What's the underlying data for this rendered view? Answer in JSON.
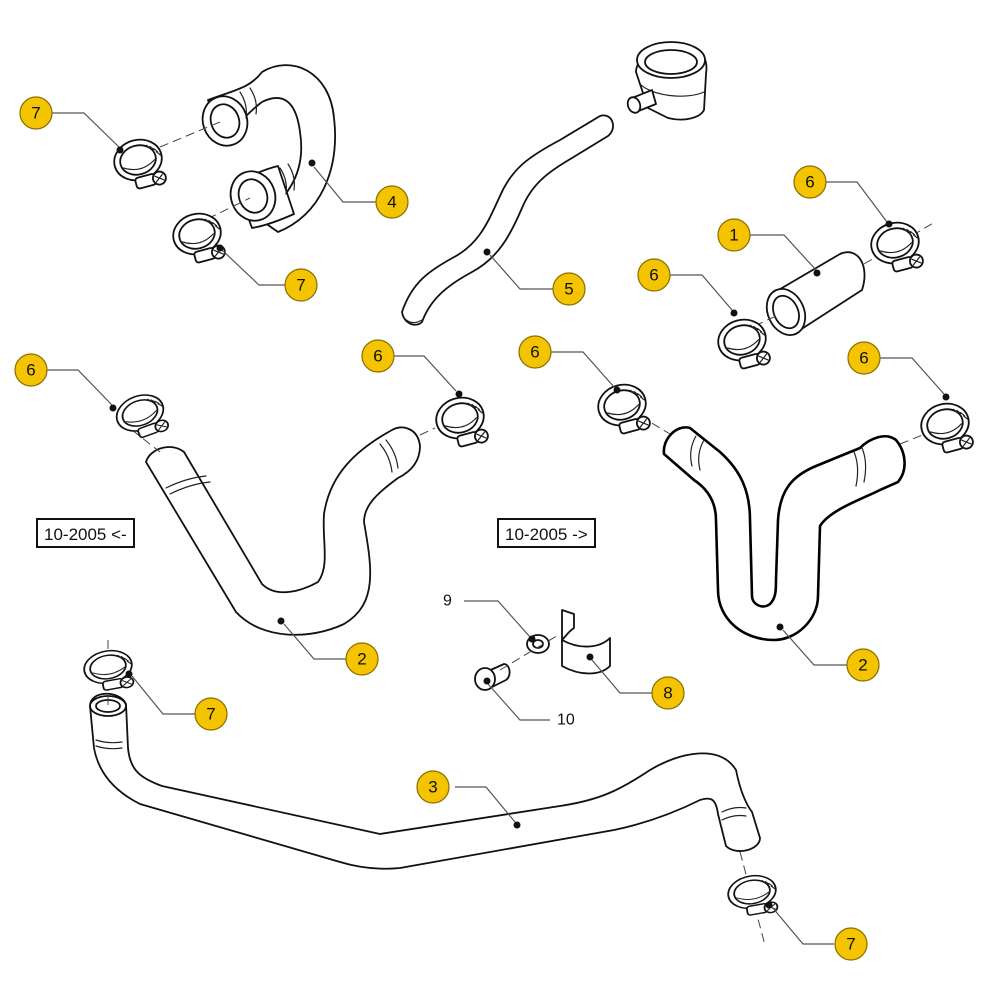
{
  "diagram": {
    "type": "exploded parts diagram",
    "subject": "coolant hose assembly",
    "callout_color": "#F5C400",
    "callouts": [
      {
        "id": "c7a",
        "label": "7"
      },
      {
        "id": "c4",
        "label": "4"
      },
      {
        "id": "c7b",
        "label": "7"
      },
      {
        "id": "c5",
        "label": "5"
      },
      {
        "id": "c6a",
        "label": "6"
      },
      {
        "id": "c1",
        "label": "1"
      },
      {
        "id": "c6b",
        "label": "6"
      },
      {
        "id": "c6c",
        "label": "6"
      },
      {
        "id": "c6d",
        "label": "6"
      },
      {
        "id": "c6e",
        "label": "6"
      },
      {
        "id": "c6f",
        "label": "6"
      },
      {
        "id": "c2a",
        "label": "2"
      },
      {
        "id": "c2b",
        "label": "2"
      },
      {
        "id": "c7c",
        "label": "7"
      },
      {
        "id": "c8",
        "label": "8"
      },
      {
        "id": "c3",
        "label": "3"
      },
      {
        "id": "c7d",
        "label": "7"
      }
    ],
    "plain_labels": [
      {
        "id": "l9",
        "label": "9"
      },
      {
        "id": "l10",
        "label": "10"
      }
    ],
    "date_boxes": {
      "before": "10-2005 <-",
      "after": "10-2005 ->"
    },
    "parts": [
      {
        "number": "1",
        "name": "Straight hose connector"
      },
      {
        "number": "2",
        "name": "Coolant hose (before / after 10-2005 versions)"
      },
      {
        "number": "3",
        "name": "Long coolant hose"
      },
      {
        "number": "4",
        "name": "U-shaped hose"
      },
      {
        "number": "5",
        "name": "Breather hose"
      },
      {
        "number": "6",
        "name": "Hose clamp"
      },
      {
        "number": "7",
        "name": "Hose clamp"
      },
      {
        "number": "8",
        "name": "Hose bracket"
      },
      {
        "number": "9",
        "name": "Washer"
      },
      {
        "number": "10",
        "name": "Bolt"
      }
    ]
  }
}
